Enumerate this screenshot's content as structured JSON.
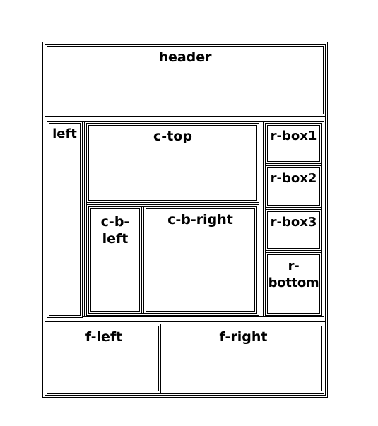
{
  "layout": {
    "header": {
      "label": "header"
    },
    "left": {
      "label": "left"
    },
    "content": {
      "top": {
        "label": "c-top"
      },
      "bottom_left": {
        "label": "c-b-left"
      },
      "bottom_right": {
        "label": "c-b-right"
      }
    },
    "right": {
      "box1": {
        "label": "r-box1"
      },
      "box2": {
        "label": "r-box2"
      },
      "box3": {
        "label": "r-box3"
      },
      "bottom": {
        "label": "r-bottom"
      }
    },
    "footer": {
      "left": {
        "label": "f-left"
      },
      "right": {
        "label": "f-right"
      }
    }
  }
}
